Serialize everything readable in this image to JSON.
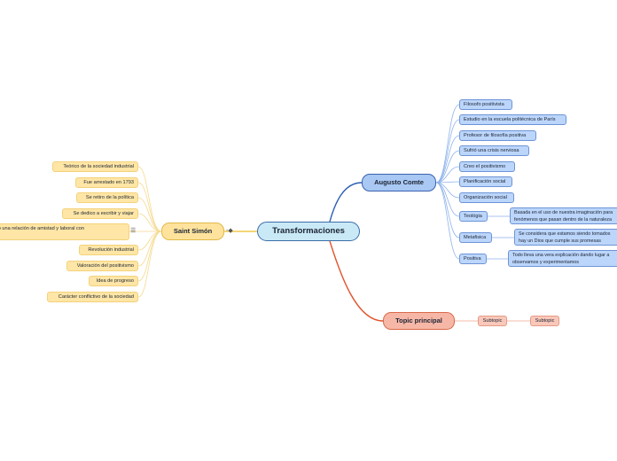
{
  "central": {
    "label": "Transformaciones"
  },
  "augusto": {
    "label": "Augusto Comte",
    "items": [
      "Filosofo positivista",
      "Estudio en la escuela politécnica de París",
      "Profesor de filosofía positiva",
      "Sufrió una crisis nerviosa",
      "Creo  el positivismo",
      "Planificación social",
      "Organización social",
      "Teológia",
      "Metafisica",
      "Positiva"
    ],
    "details": [
      "Basada en el uso de nuestra imaginación para fenómenos que pasan dentro de la naturaleza",
      "Se considera que estamos siendo tomados hay un Dios que cumple sus promesas",
      "Todo lleva una vera explicación dando lugar a observamos y experimentamos"
    ]
  },
  "saint": {
    "label": "Saint Simón",
    "items": [
      "Teórico de la sociedad industrial",
      "Fue arrestado en 1793",
      "Se retiro de la política",
      "Se dedico a escribir y viajar",
      "Estableció una relación de amistad y laboral con",
      "Revolución industrial",
      "Valoración del positivismo",
      "Idea de progreso",
      "Carácter conflictivo de la sociedad"
    ]
  },
  "topic": {
    "label": "Topic principal",
    "subtopics": [
      "Subtopic",
      "Subtopic"
    ]
  },
  "colors": {
    "blue_branch": "#2c5fb5",
    "yellow_branch": "#f2c94c",
    "red_branch": "#e0552e",
    "central_fill": "#c9e9f7"
  },
  "icons": [
    "collapse-toggle-icon",
    "notes-icon"
  ]
}
